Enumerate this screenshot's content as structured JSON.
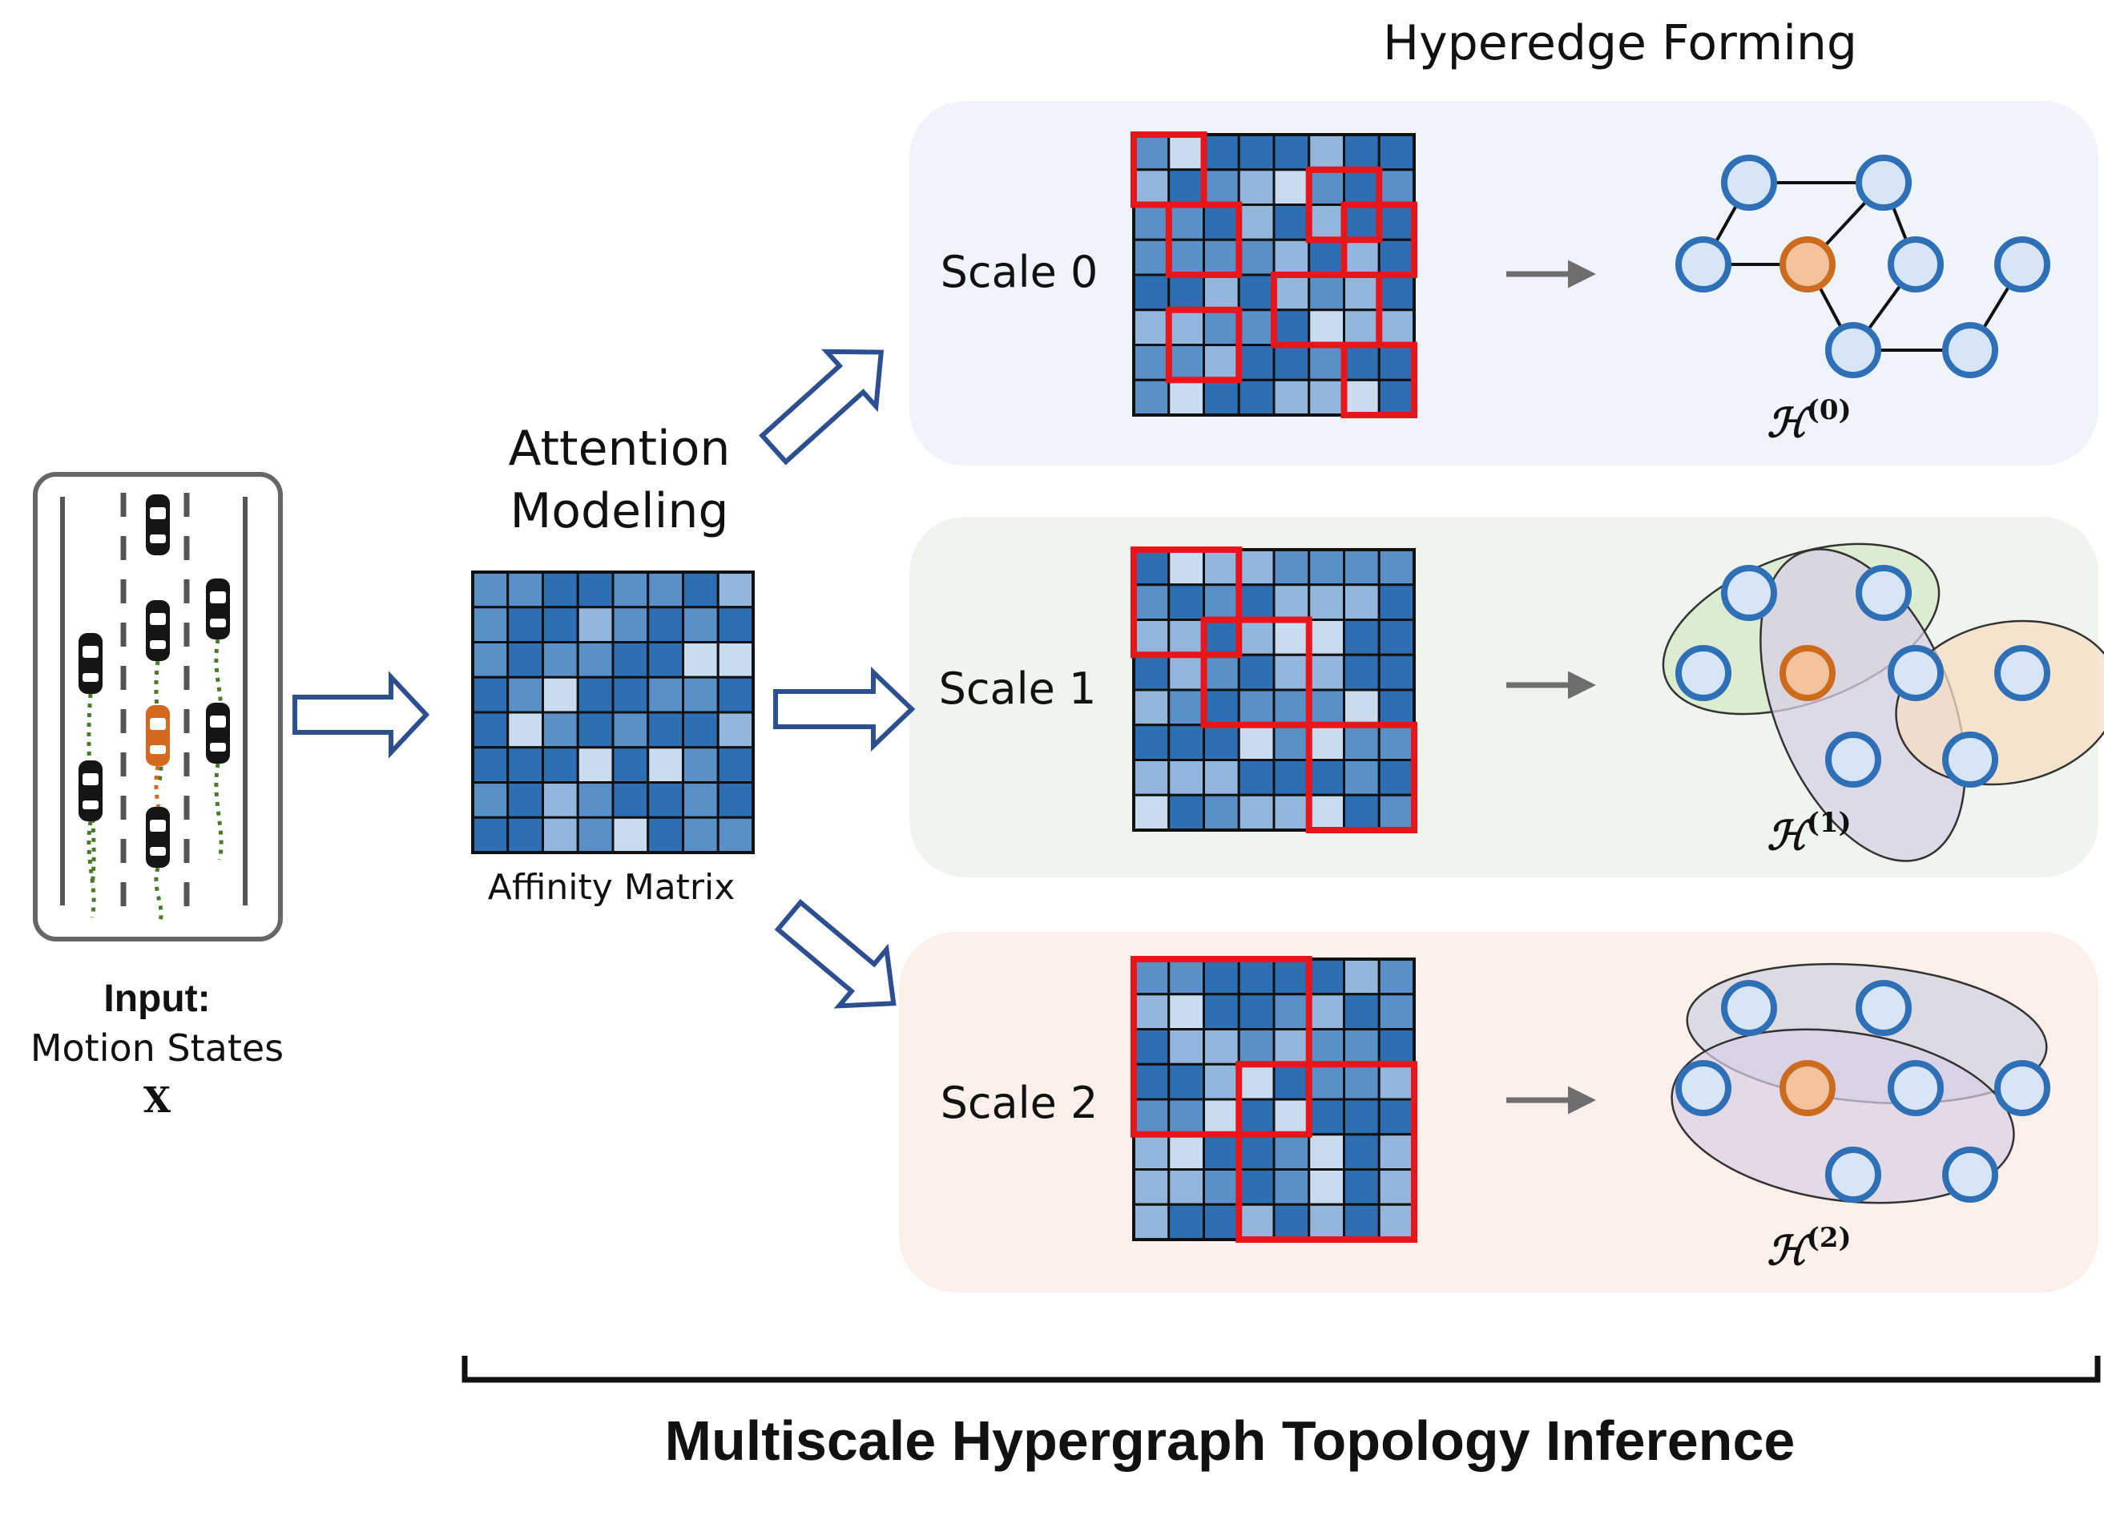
{
  "title": "Hyperedge Forming",
  "input": {
    "label": "Input:",
    "sub": "Motion States",
    "symbol": "X"
  },
  "attention": {
    "line1": "Attention",
    "line2": "Modeling",
    "caption": "Affinity Matrix"
  },
  "panels": [
    {
      "scale_label": "Scale 0",
      "h_symbol": "ℋ",
      "h_sup": "(0)",
      "bg": "#eef4fa"
    },
    {
      "scale_label": "Scale 1",
      "h_symbol": "ℋ",
      "h_sup": "(1)",
      "bg": "#eff5ec"
    },
    {
      "scale_label": "Scale 2",
      "h_symbol": "ℋ",
      "h_sup": "(2)",
      "bg": "#fcf1ea"
    }
  ],
  "bottom_caption": "Multiscale Hypergraph Topology Inference",
  "colors": {
    "cell_dark": "#2e6fb3",
    "cell_mid": "#5a8fc7",
    "cell_light": "#93b6dc",
    "cell_pale": "#c9dbee",
    "highlight_red": "#e8151b",
    "node_blue_fill": "#d6e6f6",
    "node_blue_stroke": "#2f6fb5",
    "node_orange_fill": "#f3c39d",
    "node_orange_stroke": "#cc6a1d",
    "arrow_blue": "#2d4f8f",
    "arrow_gray": "#6e6e6e",
    "hyperedge_green": "#d5e8c7",
    "hyperedge_purple": "#d8cfe6",
    "hyperedge_peach": "#f6dcc3",
    "hyperedge_gray": "#d3d6e1"
  }
}
